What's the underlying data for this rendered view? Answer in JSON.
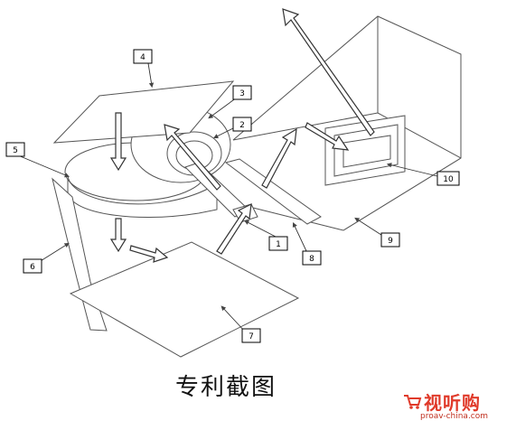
{
  "caption": "专利截图",
  "callouts": [
    "1",
    "2",
    "3",
    "4",
    "5",
    "6",
    "7",
    "8",
    "9",
    "10"
  ],
  "watermark": {
    "brand": "视听购",
    "url": "proav-china.com"
  },
  "colors": {
    "line": "#555555",
    "arrow_fill": "#ffffff",
    "accent": "#e03a2a"
  }
}
